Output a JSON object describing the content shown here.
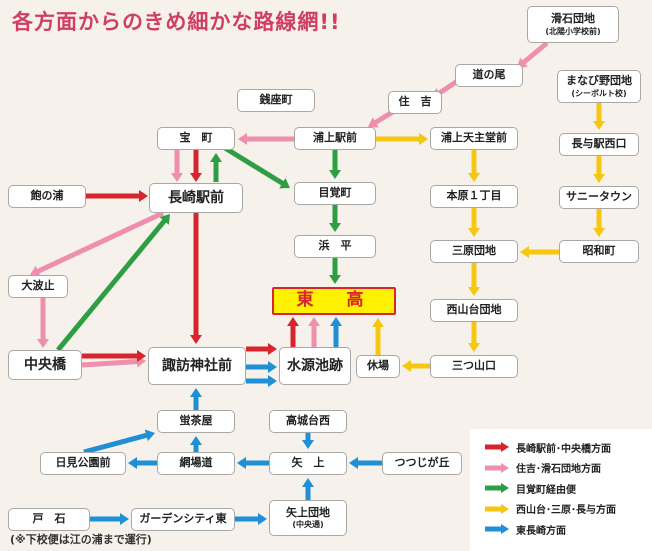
{
  "title": "各方面からのきめ細かな路線網!!",
  "note": "(※下校便は江の浦まで運行)",
  "colors": {
    "red": "#d8242f",
    "pink": "#ee8fae",
    "green": "#2e9e45",
    "yellow": "#f5c710",
    "blue": "#1f8fd6"
  },
  "stops": {
    "nameishi": {
      "name": "滑石団地",
      "sub": "(北陽小学校前)"
    },
    "michinoo": {
      "name": "道の尾"
    },
    "sumiyoshi": {
      "name": "住　吉"
    },
    "zenzamachi": {
      "name": "銭座町"
    },
    "takaramachi": {
      "name": "宝　町"
    },
    "urakami": {
      "name": "浦上駅前"
    },
    "urakami_tenshudo": {
      "name": "浦上天主堂前"
    },
    "manabino": {
      "name": "まなび野団地",
      "sub": "(シーボルト校)"
    },
    "nagayo_nishi": {
      "name": "長与駅西口"
    },
    "akunoura": {
      "name": "飽の浦"
    },
    "nagasaki_eki": {
      "name": "長崎駅前"
    },
    "mezamemachi": {
      "name": "目覚町"
    },
    "motohara": {
      "name": "本原１丁目"
    },
    "sunny_town": {
      "name": "サニータウン"
    },
    "ohato": {
      "name": "大波止"
    },
    "hama_hira": {
      "name": "浜　平"
    },
    "mihara": {
      "name": "三原団地"
    },
    "showamachi": {
      "name": "昭和町"
    },
    "tokou": {
      "name": "東　高"
    },
    "nishiyamadai": {
      "name": "西山台団地"
    },
    "chuobashi": {
      "name": "中央橋"
    },
    "suwa": {
      "name": "諏訪神社前"
    },
    "suigen": {
      "name": "水源池跡"
    },
    "kyujo": {
      "name": "休場"
    },
    "mitsuyamaguchi": {
      "name": "三つ山口"
    },
    "hotaruchaya": {
      "name": "蛍茶屋"
    },
    "takashirodai": {
      "name": "高城台西"
    },
    "himi": {
      "name": "日見公園前"
    },
    "amibado": {
      "name": "網場道"
    },
    "yagami": {
      "name": "矢　上"
    },
    "tsutsujigaoka": {
      "name": "つつじが丘"
    },
    "toishi": {
      "name": "戸　石"
    },
    "garden_city": {
      "name": "ガーデンシティ東"
    },
    "yagami_danchi": {
      "name": "矢上団地",
      "sub": "(中央通)"
    }
  },
  "legend": [
    {
      "color": "red",
      "label": "長崎駅前･中央橋方面"
    },
    {
      "color": "pink",
      "label": "住吉･滑石団地方面"
    },
    {
      "color": "green",
      "label": "目覚町経由便"
    },
    {
      "color": "yellow",
      "label": "西山台･三原･長与方面"
    },
    {
      "color": "blue",
      "label": "東長崎方面"
    }
  ]
}
